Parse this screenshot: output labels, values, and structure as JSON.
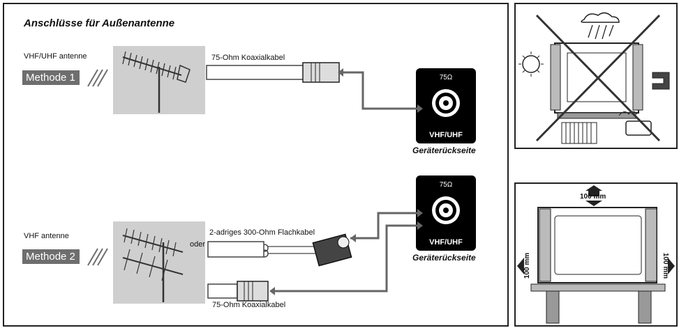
{
  "main": {
    "title": "Anschlüsse für Außenantenne",
    "method1": {
      "antenna_label": "VHF/UHF antenne",
      "method_label": "Methode 1",
      "cable_label": "75-Ohm Koaxialkabel",
      "terminal_ohm": "75Ω",
      "terminal_label": "VHF/UHF",
      "rear_label": "Geräterückseite"
    },
    "method2": {
      "antenna_label": "VHF antenne",
      "method_label": "Methode 2",
      "flat_cable_label": "2-adriges 300-Ohm Flachkabel",
      "or_label": "oder",
      "coax_label": "75-Ohm Koaxialkabel",
      "terminal_ohm": "75Ω",
      "terminal_label": "VHF/UHF",
      "rear_label": "Geräterückseite"
    }
  },
  "clearance": {
    "top": "100 mm",
    "left": "100 mm",
    "right": "100 mm"
  },
  "colors": {
    "panel_gray": "#cfcfcf",
    "method_tag": "#6e6e6e",
    "terminal": "#000000"
  }
}
